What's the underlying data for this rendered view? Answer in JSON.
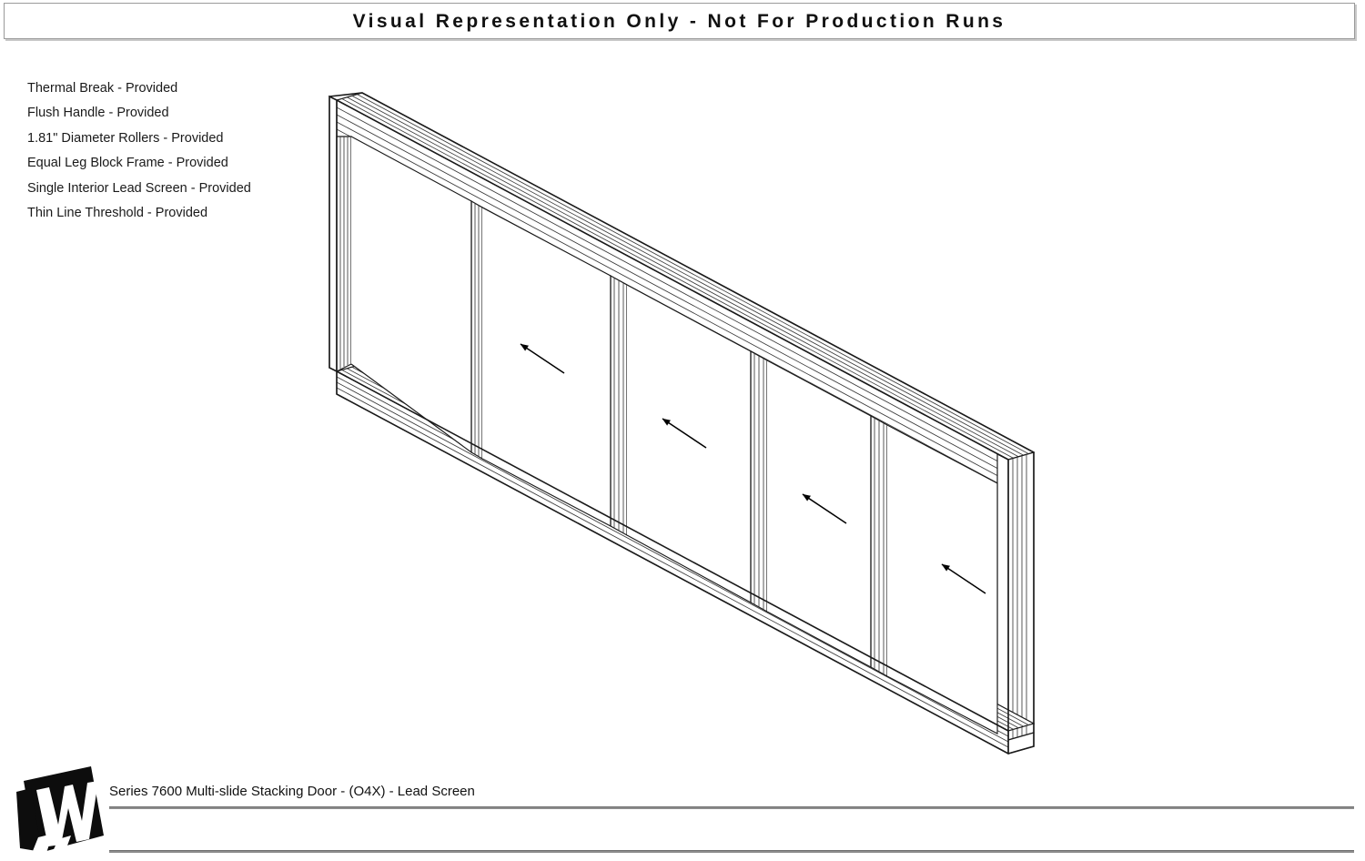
{
  "header": {
    "title": "Visual Representation Only - Not For Production Runs"
  },
  "features": {
    "items": [
      {
        "label": "Thermal Break - Provided"
      },
      {
        "label": "Flush Handle - Provided"
      },
      {
        "label": "1.81\" Diameter Rollers - Provided"
      },
      {
        "label": "Equal Leg Block Frame - Provided"
      },
      {
        "label": "Single Interior Lead Screen - Provided"
      },
      {
        "label": "Thin Line Threshold - Provided"
      }
    ]
  },
  "drawing": {
    "type": "isometric-line-drawing",
    "subject": "Multi-slide stacking door assembly",
    "panel_count": 5,
    "fixed_panel_count": 1,
    "sliding_panel_count": 4,
    "slide_direction": "left",
    "arrow_count": 4,
    "line_color": "#1a1a1a",
    "fill_color": "#ffffff",
    "panels": [
      {
        "name": "panel-1-fixed",
        "operation": "Fixed",
        "arrow": false
      },
      {
        "name": "panel-2-sliding",
        "operation": "Sliding",
        "arrow": true
      },
      {
        "name": "panel-3-sliding",
        "operation": "Sliding",
        "arrow": true
      },
      {
        "name": "panel-4-sliding",
        "operation": "Sliding",
        "arrow": true
      },
      {
        "name": "panel-5-sliding",
        "operation": "Sliding",
        "arrow": true
      }
    ]
  },
  "footer": {
    "title": "Series 7600 Multi-slide Stacking Door - (O4X) - Lead Screen",
    "logo_letter": "W"
  }
}
